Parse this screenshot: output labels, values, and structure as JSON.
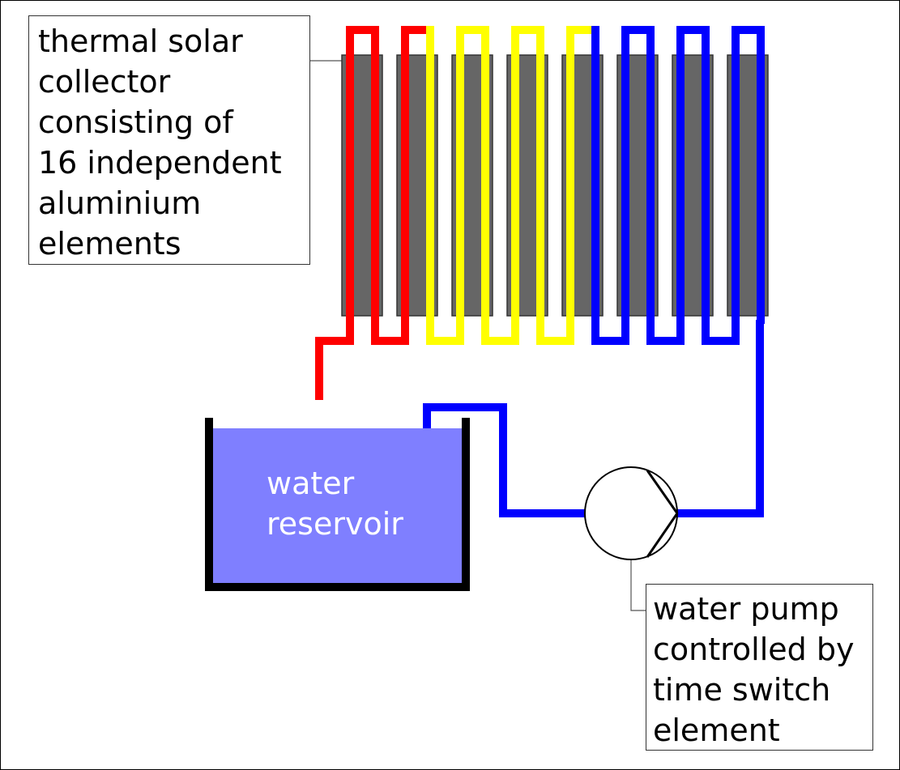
{
  "diagram": {
    "title": "thermal solar collector water circulation",
    "collector_label": "thermal solar\ncollector\nconsisting of\n16 independent\naluminium\nelements",
    "reservoir_label": "water\nreservoir",
    "pump_label": "water pump\ncontrolled by\ntime switch\nelement",
    "panel_count": 8,
    "colors": {
      "hot_pipe": "#ff0000",
      "warm_pipe": "#ffff00",
      "cold_pipe": "#0000ff",
      "panel_fill": "#666666",
      "water": "#7f7fff",
      "tank_wall": "#000000"
    },
    "pipe_segments": [
      {
        "name": "hot",
        "color": "#ff0000"
      },
      {
        "name": "warm",
        "color": "#ffff00"
      },
      {
        "name": "cold",
        "color": "#0000ff"
      }
    ]
  }
}
